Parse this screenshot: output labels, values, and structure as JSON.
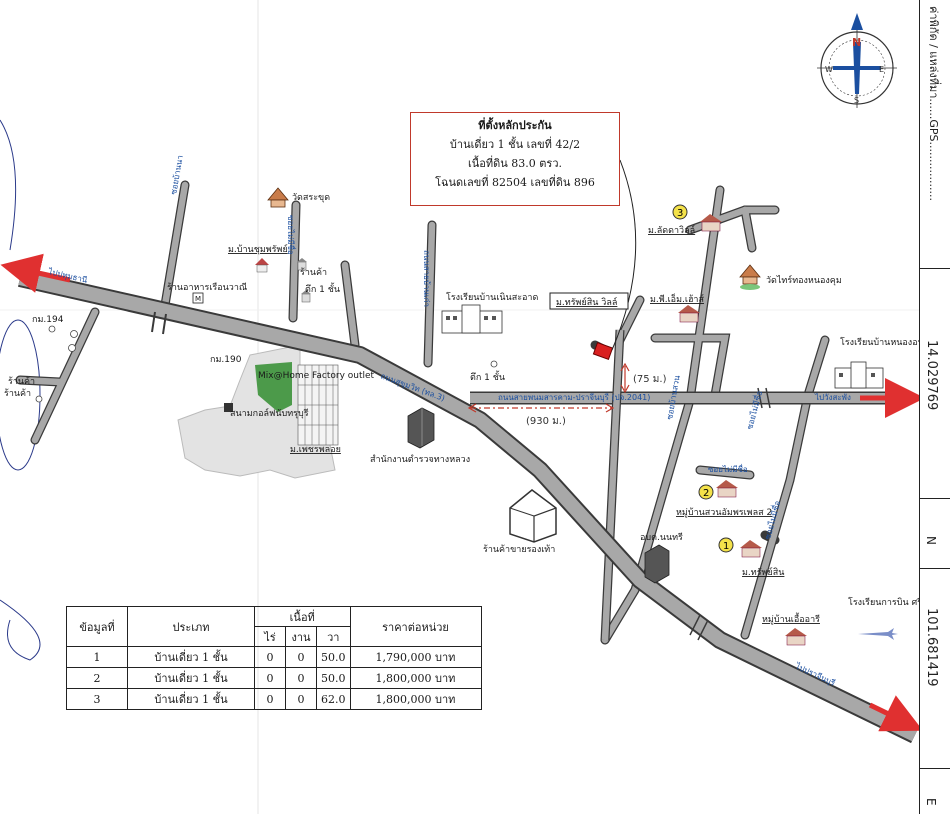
{
  "info_box": {
    "title": "ที่ตั้งหลักประกัน",
    "line1": "บ้านเดี่ยว 1 ชั้น เลขที่ 42/2",
    "line2": "เนื้อที่ดิน 83.0 ตรว.",
    "line3": "โฉนดเลขที่ 82504 เลขที่ดิน 896"
  },
  "compass": {
    "n": "N",
    "s": "S",
    "e": "E",
    "w": "W"
  },
  "roads": {
    "main_sukhumvit": "ถนนสุขุมวิท (ทล.3)",
    "prachinburi_road": "ถนนสายพนมสารคาม-ปราจีนบุรี (ปจ.2041)",
    "to_pathumthani": "ไปปทุมธานี",
    "to_wongsa": "ไปวังสะพัง",
    "to_prachinburi": "ไปปราจีนบุรี",
    "soi_a": "ซอยบ้านนา",
    "soi_b": "ซอยไม่มีชื่อ",
    "soi_c": "ถนนสายบ้านเก่า",
    "soi_d": "ซอยบ้านสวน",
    "soi_e": "ซอยไม่มีชื่อ",
    "soi_f": "ซอยไม่มีชื่อ",
    "soi_g": "ซอยไม่มีชื่อ"
  },
  "distances": {
    "d75": "(75 ม.)",
    "d930": "(930 ม.)"
  },
  "places": {
    "wat_sra_chud": "วัดสระขุด",
    "moo_ban_chomprai": "ม.บ้านชุมพรัพย์",
    "shop": "ร้านค้า",
    "building1": "ตึก 1 ชั้น",
    "restaurant": "ร้านอาหารเรือนวาณี",
    "km194": "กม.194",
    "km190": "กม.190",
    "factory_outlet": "Mix@Home Factory outlet",
    "golf": "สนามกอล์ฟนับทรุบุรี",
    "moo_ban_phet": "ม.เพชรพลอย",
    "school1": "โรงเรียนบ้านเนินสะอาด",
    "building2": "ตึก 1 ชั้น",
    "highway_office": "สำนักงานตำรวจทางหลวง",
    "moo_ban_sap": "ม.ทรัพย์สิน วิลล์",
    "moo_ban_lat": "ม.ลัดดาวิลล์",
    "wat_nong": "วัดไทร์ทองหนองคุม",
    "moo_ban_pk": "ม.พี.เอ็ม.เฮ้าส์",
    "school2": "โรงเรียนบ้านหนองอนามัย",
    "shoe_shop": "ร้านค้าขายรองเท้า",
    "obt": "อบต.นนทรี",
    "moo_ban_suan": "หมู่บ้านสวนอัมพรเพลส 2",
    "moo_ban_sap2": "ม.ทรัพย์สิน",
    "moo_ban_ua": "หมู่บ้านเอื้ออารี",
    "school3": "โรงเรียนการบิน ศรีราชาเอวิเอชั่น",
    "shop2": "ร้านค้า",
    "shop3": "ร้านค้า",
    "marker1": "1",
    "marker2": "2",
    "marker3": "3"
  },
  "table": {
    "headers": {
      "no": "ข้อมูลที่",
      "type": "ประเภท",
      "area": "เนื้อที่",
      "rai": "ไร่",
      "ngan": "งาน",
      "wa": "วา",
      "price": "ราคาต่อหน่วย"
    },
    "rows": [
      {
        "no": "1",
        "type": "บ้านเดี่ยว 1 ชั้น",
        "rai": "0",
        "ngan": "0",
        "wa": "50.0",
        "price": "1,790,000 บาท"
      },
      {
        "no": "2",
        "type": "บ้านเดี่ยว 1 ชั้น",
        "rai": "0",
        "ngan": "0",
        "wa": "50.0",
        "price": "1,800,000 บาท"
      },
      {
        "no": "3",
        "type": "บ้านเดี่ยว 1 ชั้น",
        "rai": "0",
        "ngan": "0",
        "wa": "62.0",
        "price": "1,800,000 บาท"
      }
    ]
  },
  "sidebar": {
    "label_top": "ค่าพิกัด / แหล่งที่มา......GPS.................",
    "lat": "14.029769",
    "n": "N",
    "lon": "101.681419",
    "e": "E"
  },
  "colors": {
    "road_fill": "#a8a8a8",
    "road_edge": "#3a3a3a",
    "road_label": "#1b4fa0",
    "arrow": "#e03030",
    "property": "#d92020",
    "marker": "#f4e24a"
  }
}
